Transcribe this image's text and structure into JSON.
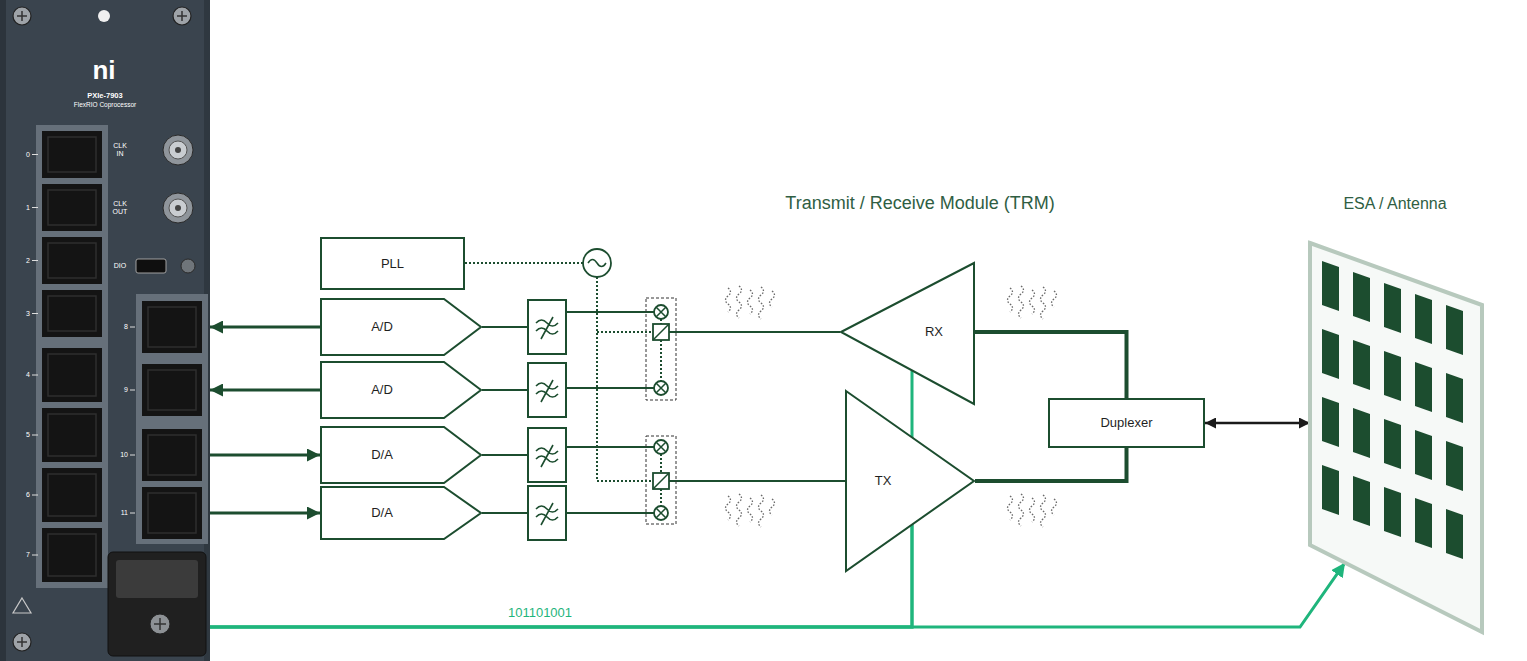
{
  "diagram": {
    "nodes": [
      {
        "text": [
          "PXIe-7903",
          "FlexRIO Coprocessor"
        ]
      },
      {
        "text": [
          "PLL"
        ]
      },
      {
        "text": [
          "A/D"
        ]
      },
      {
        "text": [
          "A/D"
        ]
      },
      {
        "text": [
          "D/A"
        ]
      },
      {
        "text": [
          "D/A"
        ]
      },
      {
        "text": [
          "RX"
        ]
      },
      {
        "text": [
          "TX"
        ]
      },
      {
        "text": [
          "Duplexer"
        ]
      },
      {
        "text": [
          "ESA / Antenna"
        ]
      }
    ],
    "edges": [
      {
        "from": 2,
        "to": 0,
        "arrow": "to"
      },
      {
        "from": 3,
        "to": 0,
        "arrow": "to"
      },
      {
        "from": 0,
        "to": 4,
        "arrow": "to"
      },
      {
        "from": 0,
        "to": 5,
        "arrow": "to"
      },
      {
        "from": 0,
        "to": 6,
        "arrow": "none"
      },
      {
        "from": 0,
        "to": 7,
        "arrow": "none"
      },
      {
        "from": 0,
        "to": 9,
        "arrow": "to",
        "label": "101101001"
      },
      {
        "from": 6,
        "to": 8,
        "arrow": "none"
      },
      {
        "from": 7,
        "to": 8,
        "arrow": "none"
      },
      {
        "from": 8,
        "to": 9,
        "arrow": "both"
      }
    ],
    "labels": [
      "Transmit / Receive Module (TRM)",
      "ni",
      "CLK IN",
      "CLK OUT",
      "DIO",
      "0",
      "1",
      "2",
      "3",
      "4",
      "5",
      "6",
      "7",
      "8",
      "9",
      "10",
      "11"
    ]
  }
}
